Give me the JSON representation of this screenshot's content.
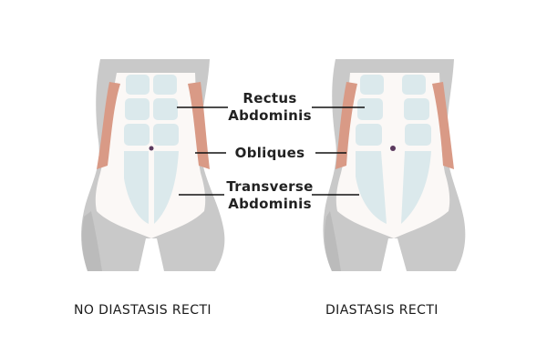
{
  "labels": {
    "rectus": [
      "Rectus",
      "Abdominis"
    ],
    "obliques": "Obliques",
    "transverse": [
      "Transverse",
      "Abdominis"
    ]
  },
  "captions": {
    "left": "NO DIASTASIS RECTI",
    "right": "DIASTASIS RECTI"
  },
  "colors": {
    "body": "#c9c9c9",
    "body_dark": "#b3b3b3",
    "transverse": "#fbf8f6",
    "rectus": "#dbe9ec",
    "obliques": "#d99a86",
    "navel": "#5b3a5e",
    "leader_line": "#111111"
  },
  "icons": [
    "torso-normal",
    "torso-diastasis"
  ]
}
